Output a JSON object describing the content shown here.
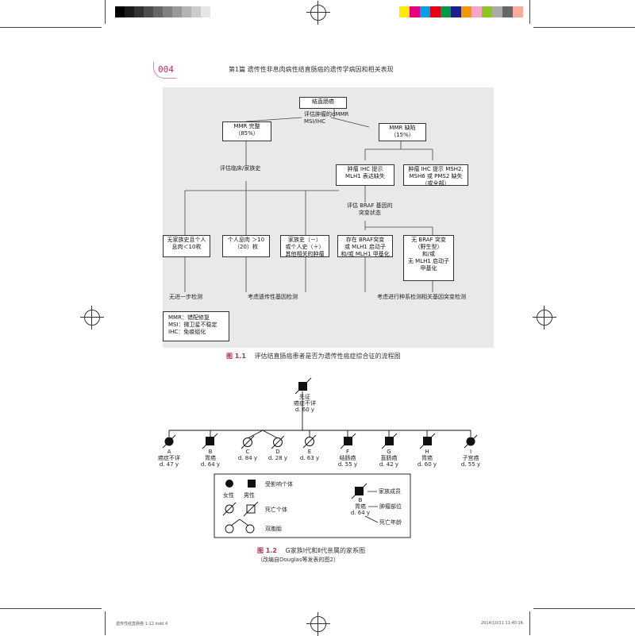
{
  "header": {
    "page_number": "004",
    "chapter_title": "第1篇 遗传性非息肉病性结直肠癌的遗传学病因和相关表现"
  },
  "flowchart": {
    "top": "结直肠癌",
    "test": "评估肿瘤的dMMR\nMSI/IHC",
    "mmr_ok": "MMR 完整\n（85%）",
    "mmr_def": "MMR 缺陷\n（15%）",
    "assess_family": "评估临床/家族史",
    "ihc_mlh1": "肿瘤 IHC 提示\nMLH1 表达缺失",
    "ihc_other": "肿瘤 IHC 提示 MSH2,\nMSH6 或 PMS2 缺失\n（或全部）",
    "assess_braf": "评估 BRAF 基因的\n突变状态",
    "box_a": "无家族史且个人\n息肉＜10枚",
    "box_b": "个人息肉 ＞10\n（20）枚",
    "box_c": "家族史（－）\n或个人史（＋）\n其他相关的肿瘤",
    "box_d": "存在 BRAF突变\n或 MLH1 启动子\n和/或 MLH1 甲基化",
    "box_e": "无 BRAF 突变\n（野生型）\n和/或\n无 MLH1 启动子\n甲基化",
    "out_1": "无进一步检测",
    "out_2": "考虑遗传性基因检测",
    "out_3": "考虑进行种系检测相关基因突变检测",
    "legend": [
      "MMR：错配修复",
      "MSI：微卫星不稳定",
      "IHC：免疫组化"
    ],
    "caption_num": "图 1.1",
    "caption_text": "评估结直肠癌患者是否为遗传性癌症综合征的流程图"
  },
  "pedigree": {
    "proband": {
      "name": "先证",
      "detail": "癌症不详",
      "age": "d. 60 y"
    },
    "members": [
      {
        "letter": "A",
        "cancer": "癌症不详",
        "age": "d. 47 y"
      },
      {
        "letter": "B",
        "cancer": "胃癌",
        "age": "d. 64 y"
      },
      {
        "letter": "C",
        "cancer": "",
        "age": "d. 84 y"
      },
      {
        "letter": "D",
        "cancer": "",
        "age": "d. 28 y"
      },
      {
        "letter": "E",
        "cancer": "",
        "age": "d. 63 y"
      },
      {
        "letter": "F",
        "cancer": "结肠癌",
        "age": "d. 55 y"
      },
      {
        "letter": "G",
        "cancer": "直肠癌",
        "age": "d. 42 y"
      },
      {
        "letter": "H",
        "cancer": "胃癌",
        "age": "d. 60 y"
      },
      {
        "letter": "I",
        "cancer": "子宫癌",
        "age": "d. 55 y"
      }
    ],
    "legend": {
      "female": "女性",
      "male": "男性",
      "affected": "受影响个体",
      "deceased": "死亡个体",
      "twins": "双胞胎",
      "ex_letter": "B",
      "ex_cancer": "胃癌",
      "ex_age": "d. 64 y",
      "note_marker": "家族成员",
      "note_site": "肿瘤部位",
      "note_age": "死亡年龄"
    },
    "caption_num": "图 1.2",
    "caption_text": "G家族Ⅰ代和Ⅱ代亲属的家系图",
    "caption_sub": "（改编自Douglas等发表的图2）"
  },
  "footer": {
    "left": "遗传性结直肠癌 1-12.indd 4",
    "right": "2014/10/11 11:40:16"
  }
}
